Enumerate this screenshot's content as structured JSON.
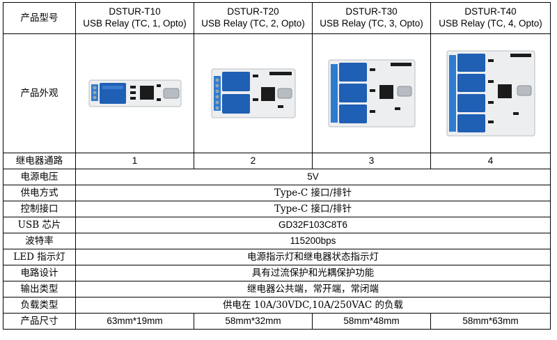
{
  "table": {
    "header": {
      "label": "产品型号",
      "models": [
        {
          "model": "DSTUR-T10",
          "subtitle": "USB Relay (TC, 1, Opto)"
        },
        {
          "model": "DSTUR-T20",
          "subtitle": "USB Relay (TC, 2, Opto)"
        },
        {
          "model": "DSTUR-T30",
          "subtitle": "USB Relay (TC, 3, Opto)"
        },
        {
          "model": "DSTUR-T40",
          "subtitle": "USB Relay (TC, 4, Opto)"
        }
      ]
    },
    "appearance_label": "产品外观",
    "relay_channels": {
      "label": "继电器通路",
      "values": [
        "1",
        "2",
        "3",
        "4"
      ]
    },
    "supply_voltage": {
      "label": "电源电压",
      "value": "5V"
    },
    "power_method": {
      "label": "供电方式",
      "value": "Type-C 接口/排针"
    },
    "control_interface": {
      "label": "控制接口",
      "value": "Type-C 接口/排针"
    },
    "usb_chip": {
      "label": "USB 芯片",
      "value": "GD32F103C8T6"
    },
    "baud_rate": {
      "label": "波特率",
      "value": "115200bps"
    },
    "led_indicator": {
      "label": "LED 指示灯",
      "value": "电源指示灯和继电器状态指示灯"
    },
    "circuit_design": {
      "label": "电路设计",
      "value": "具有过流保护和光耦保护功能"
    },
    "output_type": {
      "label": "输出类型",
      "value": "继电器公共端，常开端，常闭端"
    },
    "load_type": {
      "label": "负载类型",
      "value": "供电在 10A/30VDC,10A/250VAC 的负载"
    },
    "dimensions": {
      "label": "产品尺寸",
      "values": [
        "63mm*19mm",
        "58mm*32mm",
        "58mm*48mm",
        "58mm*63mm"
      ]
    }
  },
  "colors": {
    "relay_blue": "#1f5fb4",
    "pcb_white": "#eceef0",
    "terminal_blue": "#2e7bd0",
    "chip_black": "#1b1b1b",
    "border": "#000000"
  }
}
